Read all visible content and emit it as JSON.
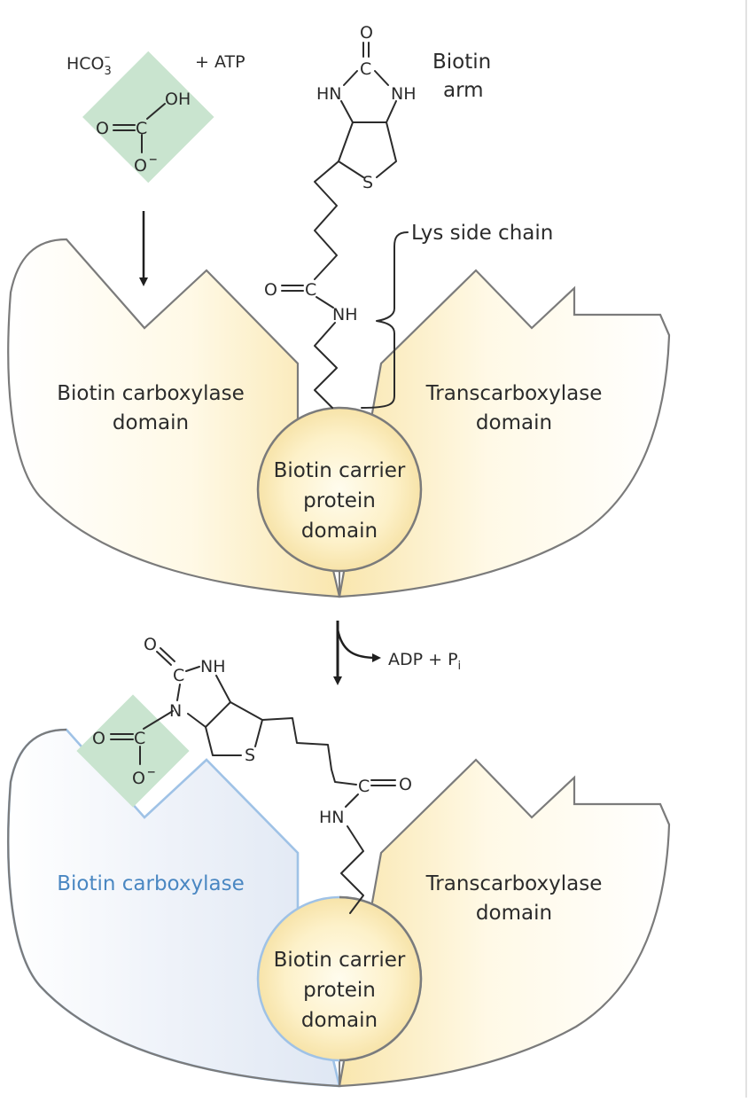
{
  "top": {
    "reactant_bicarbonate": "HCO",
    "reactant_bicarbonate_sub": "3",
    "reactant_bicarbonate_sup": "–",
    "plus_atp": "+ ATP",
    "biotin_arm_line1": "Biotin",
    "biotin_arm_line2": "arm",
    "lys_side_chain": "Lys side chain",
    "left_domain_line1": "Biotin carboxylase",
    "left_domain_line2": "domain",
    "right_domain_line1": "Transcarboxylase",
    "right_domain_line2": "domain",
    "carrier_line1": "Biotin carrier",
    "carrier_line2": "protein",
    "carrier_line3": "domain",
    "atoms": {
      "o_top": "O",
      "c_top": "C",
      "hn": "HN",
      "nh": "NH",
      "s": "S",
      "amide_o": "O",
      "amide_c": "C",
      "amide_nh": "NH",
      "bicarb_o_left": "O",
      "bicarb_c": "C",
      "bicarb_oh": "OH",
      "bicarb_o_minus": "O",
      "bicarb_minus": "–"
    }
  },
  "middle": {
    "products": "ADP + P",
    "products_sub": "i"
  },
  "bottom": {
    "left_domain_line1": "Biotin carboxylase",
    "right_domain_line1": "Transcarboxylase",
    "right_domain_line2": "domain",
    "carrier_line1": "Biotin carrier",
    "carrier_line2": "protein",
    "carrier_line3": "domain",
    "atoms": {
      "o_carbonyl": "O",
      "c_ring": "C",
      "nh": "NH",
      "n": "N",
      "s": "S",
      "carboxyl_o_left": "O",
      "carboxyl_c": "C",
      "carboxyl_o_minus": "O",
      "carboxyl_minus": "–",
      "amide_c": "C",
      "amide_o": "O",
      "amide_hn": "HN"
    }
  },
  "colors": {
    "domain_fill_light": "#fffdf3",
    "domain_fill_dark": "#fbeab4",
    "carrier_fill_center": "#fffbe9",
    "carrier_fill_edge": "#f7e4a8",
    "outline": "#7b7b7b",
    "bicarbonate_box": "#c9e4cf",
    "activated_domain_fill": "#e6ecf6",
    "activated_outline": "#9fc2e6",
    "activated_label": "#4a87c2"
  }
}
